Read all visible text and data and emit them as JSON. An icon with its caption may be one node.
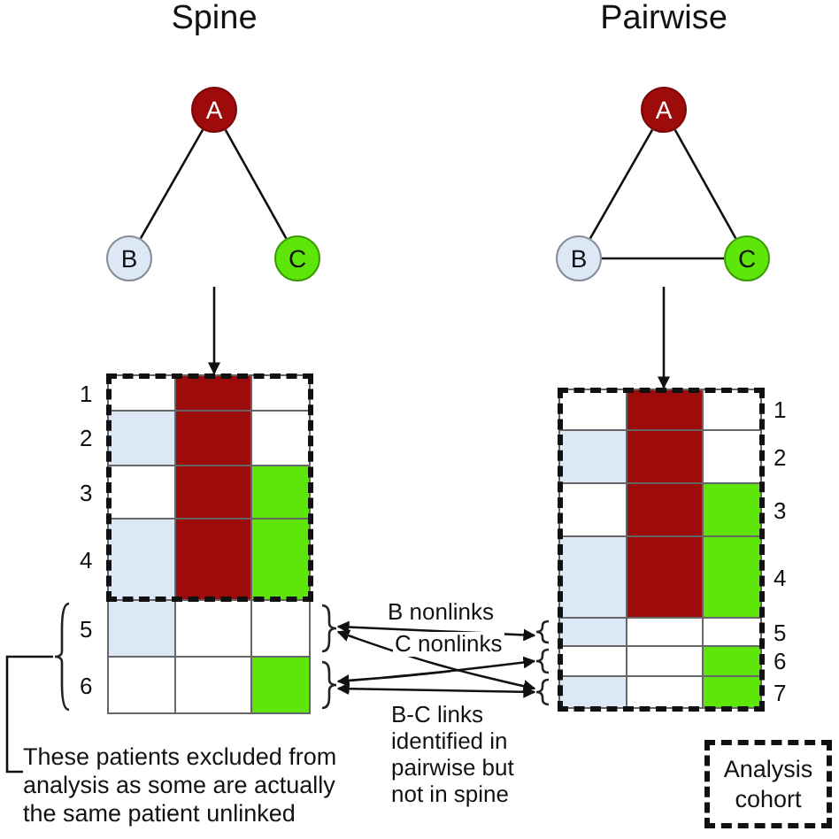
{
  "diagram": {
    "nodes": [
      {
        "text": [
          "A"
        ]
      },
      {
        "text": [
          "B"
        ]
      },
      {
        "text": [
          "C"
        ]
      },
      {
        "text": [
          "A"
        ]
      },
      {
        "text": [
          "B"
        ]
      },
      {
        "text": [
          "C"
        ]
      },
      {
        "text": [],
        "shape": "box"
      },
      {
        "text": [],
        "shape": "box"
      },
      {
        "text": [],
        "shape": "bracket"
      },
      {
        "text": [],
        "shape": "bracket"
      },
      {
        "text": [],
        "shape": "bracket"
      },
      {
        "text": [],
        "shape": "bracket"
      },
      {
        "text": [],
        "shape": "bracket"
      },
      {
        "text": [],
        "shape": "bracket"
      },
      {
        "text": [
          "These patients excluded from analysis as some are actually the same patient unlinked"
        ]
      }
    ],
    "edges": [
      {
        "from": 0,
        "to": 1,
        "arrow": "none"
      },
      {
        "from": 0,
        "to": 2,
        "arrow": "none"
      },
      {
        "from": 3,
        "to": 4,
        "arrow": "none"
      },
      {
        "from": 3,
        "to": 5,
        "arrow": "none"
      },
      {
        "from": 4,
        "to": 5,
        "arrow": "none"
      },
      {
        "from": null,
        "to": 6,
        "arrow": "to"
      },
      {
        "from": null,
        "to": 7,
        "arrow": "to"
      },
      {
        "from": 8,
        "to": 10,
        "arrow": "both",
        "label": "B nonlinks"
      },
      {
        "from": 9,
        "to": 11,
        "arrow": "both",
        "label": "C nonlinks"
      },
      {
        "from": 12,
        "to": 9,
        "arrow": "both",
        "label": "B-C links identified in pairwise but not in spine"
      },
      {
        "from": 12,
        "to": 8,
        "arrow": "both"
      },
      {
        "from": 14,
        "to": 13,
        "arrow": "none"
      }
    ],
    "labels": [
      "Spine",
      "Pairwise",
      "1",
      "2",
      "3",
      "4",
      "5",
      "6",
      "1",
      "2",
      "3",
      "4",
      "5",
      "6",
      "7"
    ],
    "legend": [
      {
        "text": "Analysis cohort"
      }
    ]
  }
}
